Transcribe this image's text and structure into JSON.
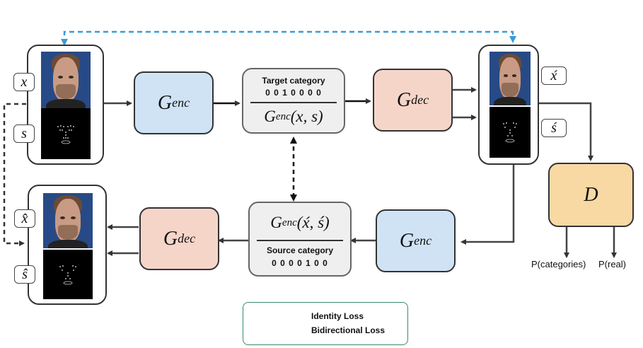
{
  "colors": {
    "identity_arrow": "#3a9ad9",
    "bidirectional_arrow": "#333333",
    "g_enc": "#cfe3f5",
    "g_dec": "#f6d5c9",
    "disc": "#f9d9a3",
    "latent": "#efefef"
  },
  "labels": {
    "x": "x",
    "s": "s",
    "x_prime": "x́",
    "s_prime": "ś",
    "x_hat": "x̂",
    "s_hat": "ŝ"
  },
  "blocks": {
    "g_enc_top": "G",
    "g_enc_top_sub": "enc",
    "g_dec_top": "G",
    "g_dec_top_sub": "dec",
    "g_enc_bottom": "G",
    "g_enc_bottom_sub": "enc",
    "g_dec_bottom": "G",
    "g_dec_bottom_sub": "dec",
    "discriminator": "D"
  },
  "latent_top": {
    "title": "Target category",
    "code": "0 0 1 0 0 0 0",
    "formula_g": "G",
    "formula_sub": "enc",
    "formula_args": "(x, s)"
  },
  "latent_bottom": {
    "title": "Source category",
    "code": "0 0 0 0 1 0 0",
    "formula_g": "G",
    "formula_sub": "enc",
    "formula_args": "(x́, ś)"
  },
  "outputs": {
    "categories": "P(categories)",
    "real": "P(real)"
  },
  "legend": {
    "identity": "Identity Loss",
    "bidirectional": "Bidirectional Loss"
  }
}
